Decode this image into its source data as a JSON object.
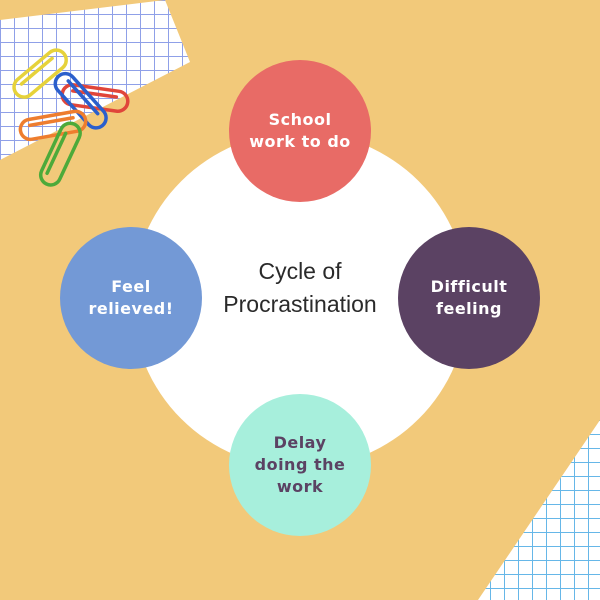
{
  "diagram": {
    "center_title": "Cycle of Procrastination",
    "nodes": {
      "top": "School work to do",
      "right": "Difficult feeling",
      "bottom": "Delay doing the work",
      "left": "Feel relieved!"
    }
  },
  "colors": {
    "background": "#f2c97a",
    "top_node": "#e86b66",
    "right_node": "#5b4263",
    "bottom_node": "#a7efdc",
    "left_node": "#7399d6",
    "dots": "#e58ab8",
    "center_circle": "#ffffff"
  },
  "decorations": {
    "tape_top_left": "grid-tape",
    "tape_bottom_right": "grid-tape",
    "paper_clips": "paper-clips-icon"
  }
}
